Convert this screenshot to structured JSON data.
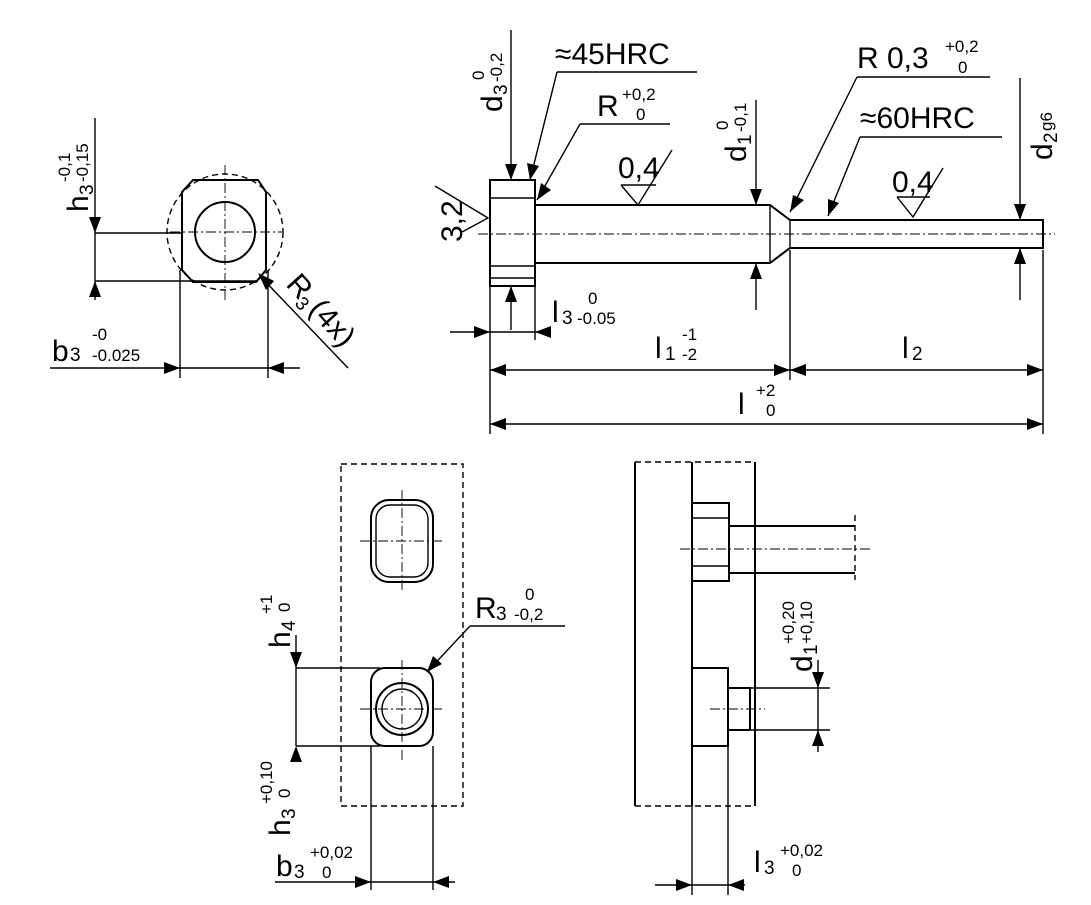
{
  "colors": {
    "line": "#000000",
    "background": "#ffffff"
  },
  "top_left_view": {
    "h3": {
      "sym": "h",
      "sub": "3",
      "tol_upper": "-0,1",
      "tol_lower": "-0,15"
    },
    "b3": {
      "sym": "b",
      "sub": "3",
      "tol_upper": "-0",
      "tol_lower": "-0.025"
    },
    "r3": {
      "sym": "R",
      "sub": "3",
      "suffix": "(4x)"
    }
  },
  "pin_view": {
    "d3": {
      "sym": "d",
      "sub": "3",
      "tol_upper": "0",
      "tol_lower": "-0,2"
    },
    "hardness_head": "≈45HRC",
    "radius_head": {
      "sym": "R",
      "tol_upper": "+0,2",
      "tol_lower": "0"
    },
    "d1": {
      "sym": "d",
      "sub": "1",
      "tol_upper": "0",
      "tol_lower": "-0,1"
    },
    "radius_shoulder": {
      "sym": "R 0,3",
      "tol_upper": "+0,2",
      "tol_lower": "0"
    },
    "hardness_shaft": "≈60HRC",
    "d2": {
      "sym": "d",
      "sub": "2",
      "fit": "g6"
    },
    "roughness_head": "3,2",
    "roughness_shank": "0,4",
    "roughness_tip": "0,4",
    "l3": {
      "sym": "l",
      "sub": "3",
      "tol_upper": "0",
      "tol_lower": "-0.05"
    },
    "l1": {
      "sym": "l",
      "sub": "1",
      "tol_upper": "-1",
      "tol_lower": "-2"
    },
    "l2": {
      "sym": "l",
      "sub": "2"
    },
    "l": {
      "sym": "l",
      "tol_upper": "+2",
      "tol_lower": "0"
    }
  },
  "plate_view": {
    "h4": {
      "sym": "h",
      "sub": "4",
      "tol_upper": "+1",
      "tol_lower": "0"
    },
    "r3": {
      "sym": "R",
      "sub": "3",
      "tol_upper": "0",
      "tol_lower": "-0,2"
    },
    "h3": {
      "sym": "h",
      "sub": "3",
      "tol_upper": "+0,10",
      "tol_lower": "0"
    },
    "b3": {
      "sym": "b",
      "sub": "3",
      "tol_upper": "+0,02",
      "tol_lower": "0"
    }
  },
  "section_view": {
    "d1": {
      "sym": "d",
      "sub": "1",
      "tol_upper": "+0,20",
      "tol_lower": "+0,10"
    },
    "l3": {
      "sym": "l",
      "sub": "3",
      "tol_upper": "+0,02",
      "tol_lower": "0"
    }
  }
}
